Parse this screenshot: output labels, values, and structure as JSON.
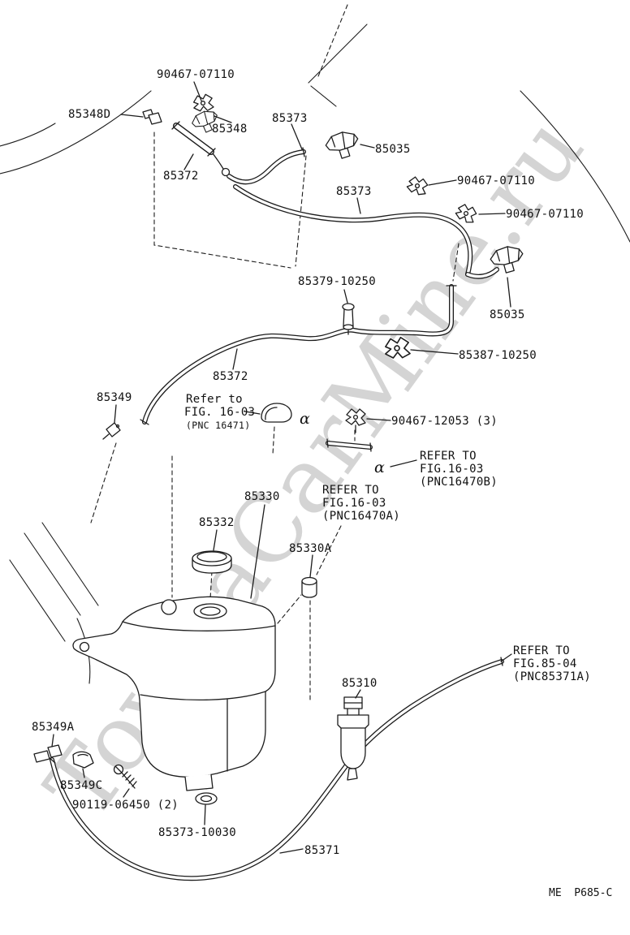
{
  "watermark": {
    "text": "ToyotaCarMine.ru"
  },
  "footer": {
    "code": "ME  P685-C"
  },
  "symbols": {
    "alpha": "α"
  },
  "labels": [
    {
      "text": "90467-07110"
    },
    {
      "text": "85348D"
    },
    {
      "text": "85348"
    },
    {
      "text": "85373"
    },
    {
      "text": "85372"
    },
    {
      "text": "85035"
    },
    {
      "text": "90467-07110"
    },
    {
      "text": "85373"
    },
    {
      "text": "90467-07110"
    },
    {
      "text": "85379-10250"
    },
    {
      "text": "85035"
    },
    {
      "text": "85387-10250"
    },
    {
      "text": "85372"
    },
    {
      "text": "85349"
    },
    {
      "text": "Refer to"
    },
    {
      "text": "FIG. 16-03"
    },
    {
      "text": "(PNC 16471)"
    },
    {
      "text": "90467-12053 (3)"
    },
    {
      "text": "REFER TO"
    },
    {
      "text": "FIG.16-03"
    },
    {
      "text": "(PNC16470B)"
    },
    {
      "text": "REFER TO"
    },
    {
      "text": "FIG.16-03"
    },
    {
      "text": "(PNC16470A)"
    },
    {
      "text": "85330"
    },
    {
      "text": "85332"
    },
    {
      "text": "85330A"
    },
    {
      "text": "85310"
    },
    {
      "text": "REFER TO"
    },
    {
      "text": "FIG.85-04"
    },
    {
      "text": "(PNC85371A)"
    },
    {
      "text": "85349A"
    },
    {
      "text": "85349C"
    },
    {
      "text": "90119-06450 (2)"
    },
    {
      "text": "85373-10030"
    },
    {
      "text": "85371"
    }
  ]
}
